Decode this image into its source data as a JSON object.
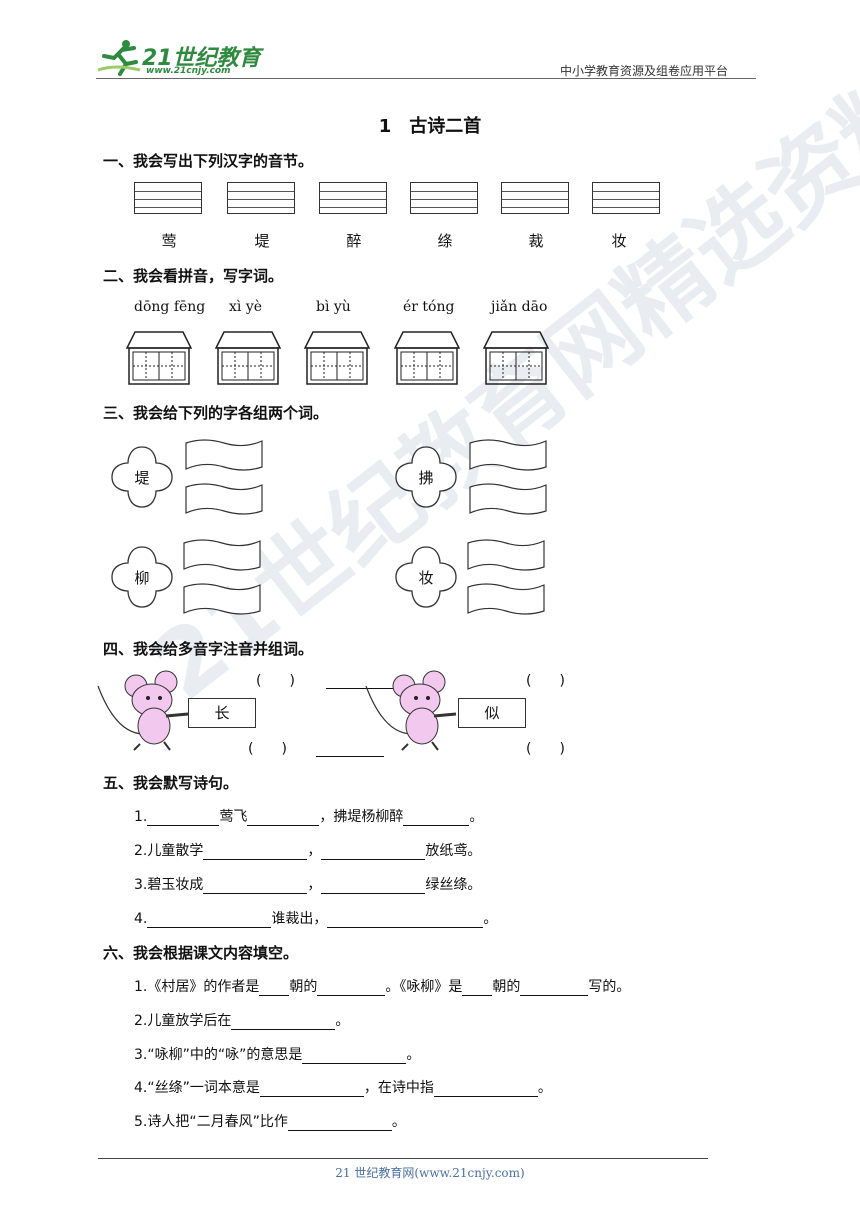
{
  "header": {
    "logo_text": "21世纪教育",
    "logo_url": "www.21cnjy.com",
    "right_text": "中小学教育资源及组卷应用平台"
  },
  "title": "1　古诗二首",
  "s1": {
    "heading": "一、我会写出下列汉字的音节。",
    "chars": [
      "莺",
      "堤",
      "醉",
      "绦",
      "裁",
      "妆"
    ]
  },
  "s2": {
    "heading": "二、我会看拼音，写字词。",
    "pinyin": [
      "dōng fēng",
      "xì yè",
      "bì yù",
      "ér tóng",
      "jiǎn dāo"
    ]
  },
  "s3": {
    "heading": "三、我会给下列的字各组两个词。",
    "chars": [
      "堤",
      "拂",
      "柳",
      "妆"
    ]
  },
  "s4": {
    "heading": "四、我会给多音字注音并组词。",
    "chars": [
      "长",
      "似"
    ],
    "paren": "(　　)"
  },
  "s5": {
    "heading": "五、我会默写诗句。",
    "l1a": "1.",
    "l1b": "莺飞",
    "l1c": "，拂堤杨柳醉",
    "l1d": "。",
    "l2a": "2.儿童散学",
    "l2b": "，",
    "l2c": "放纸鸢。",
    "l3a": "3.碧玉妆成",
    "l3b": "，",
    "l3c": "绿丝绦。",
    "l4a": "4.",
    "l4b": "谁裁出，",
    "l4c": "。"
  },
  "s6": {
    "heading": "六、我会根据课文内容填空。",
    "l1a": "1.《村居》的作者是",
    "l1b": "朝的",
    "l1c": "。《咏柳》是",
    "l1d": "朝的",
    "l1e": "写的。",
    "l2a": "2.儿童放学后在",
    "l2b": "。",
    "l3a": "3.“咏柳”中的“咏”的意思是",
    "l3b": "。",
    "l4a": "4.“丝绦”一词本意是",
    "l4b": "，在诗中指",
    "l4c": "。",
    "l5a": "5.诗人把“二月春风”比作",
    "l5b": "。"
  },
  "watermark": "21世纪教育网精选资料",
  "footer": "21 世纪教育网(www.21cnjy.com)"
}
